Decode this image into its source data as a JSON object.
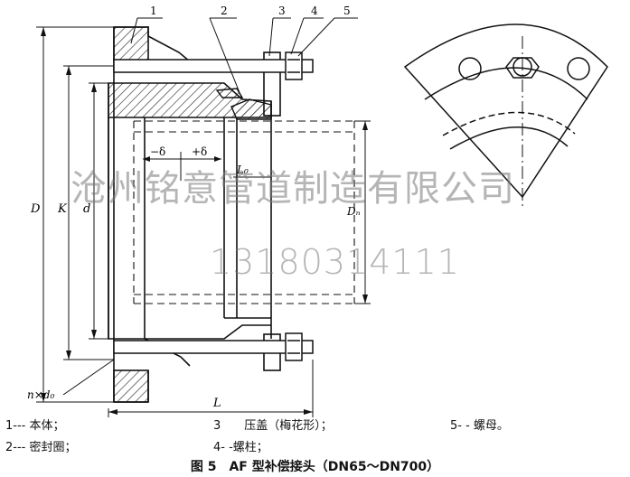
{
  "callouts": [
    "1",
    "2",
    "3",
    "4",
    "5"
  ],
  "dimensions": {
    "D": "D",
    "K": "K",
    "d": "d",
    "minus_delta": "−δ",
    "plus_delta": "+δ",
    "L0": "L₀",
    "Dn": "Dₙ",
    "L": "L",
    "holes": "n×d₀"
  },
  "legend": {
    "item1": "1--- 本体；",
    "item2": "2--- 密封圈；",
    "item3": "3　　压盖（梅花形）；",
    "item4": "4- -螺柱；",
    "item5": "5- - 螺母。"
  },
  "caption": "图 5　AF 型补偿接头（DN65～DN700）",
  "watermark": {
    "company": "沧州铭意管道制造有限公司",
    "phone": "13180314111"
  },
  "colors": {
    "line": "#111111",
    "hatch": "#222222",
    "watermark": "#8a8a8a"
  }
}
